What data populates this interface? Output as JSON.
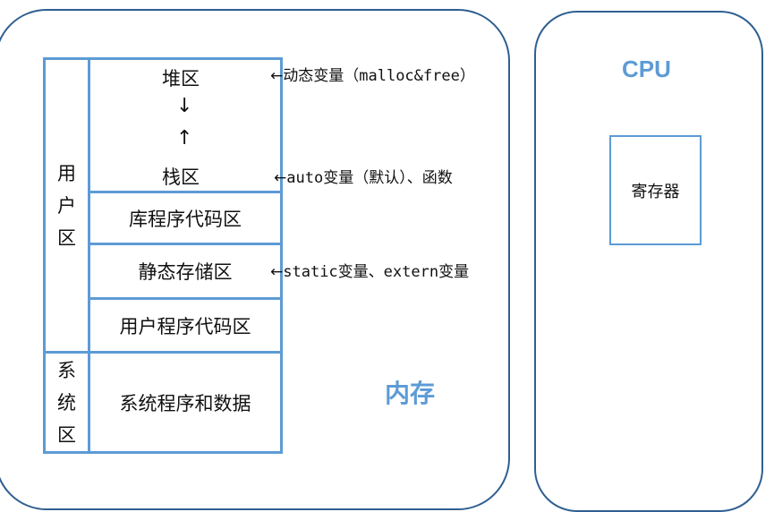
{
  "memory": {
    "title": "内存",
    "user_area": {
      "label_chars": [
        "用",
        "户",
        "区"
      ],
      "heap": "堆区",
      "heap_arrow": "↓",
      "stack_arrow": "↑",
      "stack": "栈区",
      "library_code": "库程序代码区",
      "static_storage": "静态存储区",
      "user_code": "用户程序代码区"
    },
    "system_area": {
      "label_chars": [
        "系",
        "统",
        "区"
      ],
      "content": "系统程序和数据"
    },
    "notes": {
      "heap_note": "动态变量（malloc&free）",
      "stack_note": "auto变量（默认）、函数",
      "static_note": "static变量、extern变量"
    },
    "arrow_symbol": "←"
  },
  "cpu": {
    "title": "CPU",
    "register": "寄存器"
  },
  "colors": {
    "box_border": "#5d9bd5",
    "panel_border": "#2f5f91",
    "accent_text": "#5d9bd5"
  }
}
